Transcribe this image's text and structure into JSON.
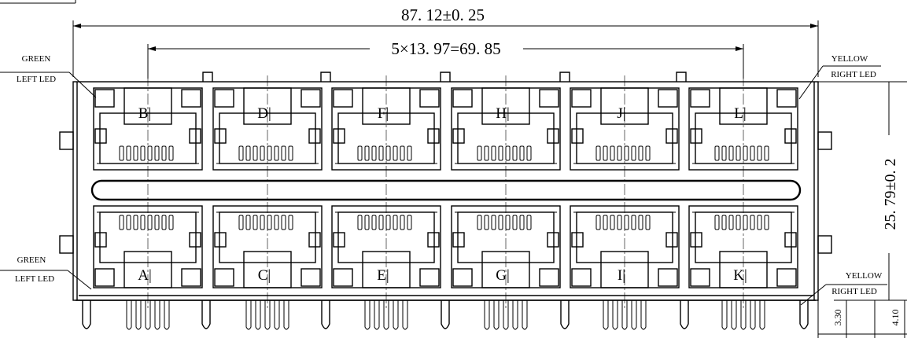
{
  "dimensions": {
    "overall_width": "87. 12±0. 25",
    "pitch": "5×13. 97=69. 85",
    "height": "25. 79±0. 2",
    "lead_1": "3.30",
    "lead_2": "4.10"
  },
  "led_labels": {
    "top_left": [
      "GREEN",
      "LEFT LED"
    ],
    "top_right": [
      "YELLOW",
      "RIGHT LED"
    ],
    "bottom_left": [
      "GREEN",
      "LEFT LED"
    ],
    "bottom_right": [
      "YELLOW",
      "RIGHT LED"
    ]
  },
  "ports": {
    "top_row": [
      "B|",
      "D|",
      "F|",
      "H|",
      "J|",
      "L|"
    ],
    "bottom_row": [
      "A|",
      "C|",
      "E|",
      "G|",
      "I|",
      "K|"
    ]
  }
}
